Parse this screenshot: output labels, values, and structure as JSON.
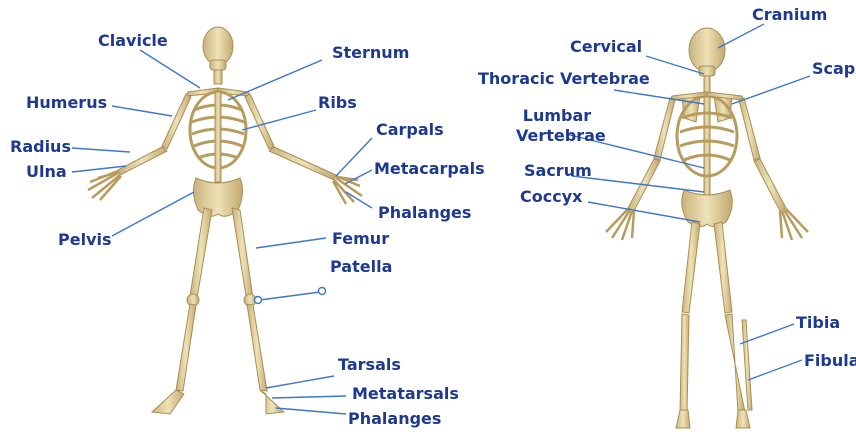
{
  "colors": {
    "label": "#1d3a8f",
    "leader_line": "#3f78c8",
    "bone": "#e6d6a8",
    "bone_shadow": "#b59a5e"
  },
  "front_view": {
    "labels": {
      "clavicle": "Clavicle",
      "sternum": "Sternum",
      "humerus": "Humerus",
      "ribs": "Ribs",
      "radius": "Radius",
      "ulna": "Ulna",
      "carpals": "Carpals",
      "metacarpals": "Metacarpals",
      "phalanges_hand": "Phalanges",
      "pelvis": "Pelvis",
      "femur": "Femur",
      "patella": "Patella",
      "tarsals": "Tarsals",
      "metatarsals": "Metatarsals",
      "phalanges_foot": "Phalanges"
    }
  },
  "back_view": {
    "labels": {
      "cranium": "Cranium",
      "cervical": "Cervical",
      "thoracic_vertebrae": "Thoracic Vertebrae",
      "scapula": "Scapu",
      "lumbar_line1": "Lumbar",
      "lumbar_line2": "Vertebrae",
      "sacrum": "Sacrum",
      "coccyx": "Coccyx",
      "tibia": "Tibia",
      "fibula": "Fibula"
    }
  }
}
